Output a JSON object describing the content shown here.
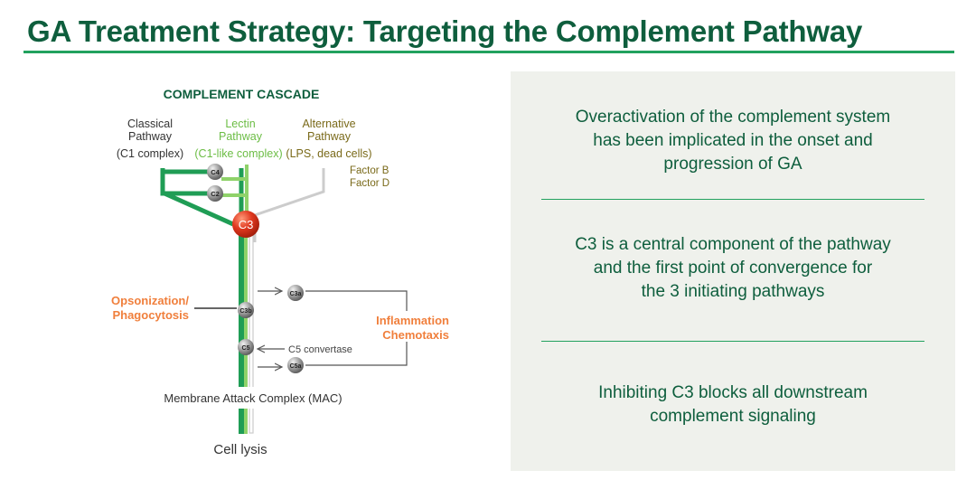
{
  "slide": {
    "title": "GA Treatment Strategy: Targeting the Complement Pathway"
  },
  "diagram": {
    "heading": "COMPLEMENT CASCADE",
    "pathways": {
      "classical": {
        "line1": "Classical",
        "line2": "Pathway",
        "sub": "(C1 complex)"
      },
      "lectin": {
        "line1": "Lectin",
        "line2": "Pathway",
        "sub": "(C1-like complex)"
      },
      "alternative": {
        "line1": "Alternative",
        "line2": "Pathway",
        "sub": "(LPS, dead cells)"
      }
    },
    "factors": [
      "Factor B",
      "Factor D"
    ],
    "nodes": {
      "c4": "C4",
      "c2": "C2",
      "c3": "C3",
      "c3a": "C3a",
      "c3b": "C3b",
      "c5": "C5",
      "c5a": "C5a"
    },
    "labels": {
      "opsonization_1": "Opsonization/",
      "opsonization_2": "Phagocytosis",
      "inflammation_1": "Inflammation",
      "inflammation_2": "Chemotaxis",
      "c5_convertase": "C5 convertase",
      "mac": "Membrane Attack Complex (MAC)",
      "cell_lysis": "Cell lysis"
    },
    "colors": {
      "dark_green": "#1f9d55",
      "light_green": "#8fd26a",
      "gray_line": "#c8c8c8",
      "c3_red": "#e0381f",
      "orange_text": "#f07f3c",
      "alt_text": "#7a6a1a",
      "lectin_text": "#6cbd45"
    }
  },
  "panel": {
    "statement_1": {
      "line1": "Overactivation of the complement system",
      "line2": "has been implicated in the onset and",
      "line3": "progression of GA"
    },
    "statement_2": {
      "line1": "C3 is a central component of the pathway",
      "line2": "and the first point of convergence for",
      "line3": "the 3 initiating pathways"
    },
    "statement_3": {
      "line1": "Inhibiting C3 blocks all downstream",
      "line2": "complement signaling"
    }
  }
}
